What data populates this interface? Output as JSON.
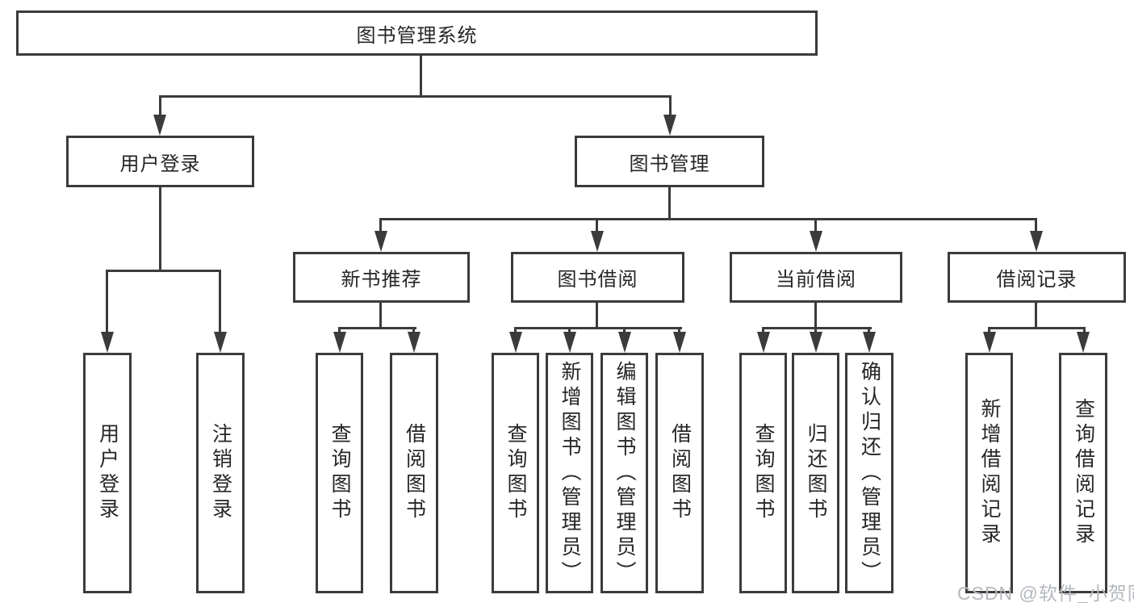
{
  "diagram": {
    "root": "图书管理系统",
    "level2": {
      "user_login": "用户登录",
      "book_mgmt": "图书管理"
    },
    "level3": {
      "new_rec": "新书推荐",
      "borrow": "图书借阅",
      "current": "当前借阅",
      "records": "借阅记录"
    },
    "leaves": {
      "user_login": "用户登录",
      "logout": "注销登录",
      "rec_query": "查询图书",
      "rec_borrow": "借阅图书",
      "bor_query": "查询图书",
      "bor_add": "新增图书（管理员）",
      "bor_edit": "编辑图书（管理员）",
      "bor_borrow": "借阅图书",
      "cur_query": "查询图书",
      "cur_return": "归还图书",
      "cur_confirm": "确认归还（管理员）",
      "log_add": "新增借阅记录",
      "log_query": "查询借阅记录"
    }
  },
  "watermark": "CSDN @软件_小贺同学",
  "colors": {
    "line": "#3b3b3b",
    "text": "#262626",
    "watermark": "#b4b8bd"
  }
}
